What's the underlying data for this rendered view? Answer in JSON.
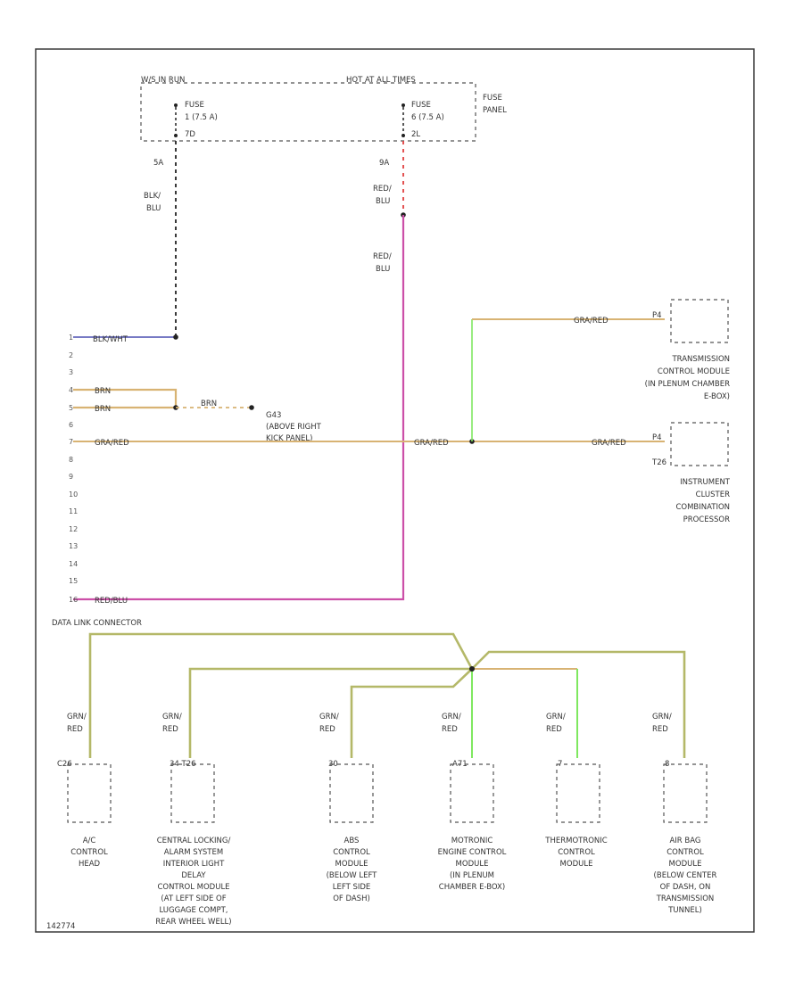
{
  "fuse_panel": {
    "bus_run": "W/S IN RUN",
    "bus_hot": "HOT AT ALL TIMES",
    "fuse1_l1": "FUSE",
    "fuse1_l2": "1 (7.5 A)",
    "fuse1_l3": "7D",
    "fuse2_l1": "FUSE",
    "fuse2_l2": "6 (7.5 A)",
    "fuse2_l3": "2L",
    "panel_l1": "FUSE",
    "panel_l2": "PANEL"
  },
  "wires": {
    "w5a": "5A",
    "w9a": "9A",
    "blk_l1": "BLK/",
    "blk_l2": "BLU",
    "red_l1": "RED/",
    "red_l2": "BLU",
    "red2_l1": "RED/",
    "red2_l2": "BLU",
    "blk_wht": "BLK/WHT",
    "brn_a": "BRN",
    "brn_b": "BRN",
    "brn_c": "BRN",
    "gra_red_1": "GRA/RED",
    "gra_red_2": "GRA/RED",
    "gra_red_3": "GRA/RED",
    "gra_red_4": "GRA/RED",
    "red_blu": "RED/BLU"
  },
  "ground": {
    "g_l1": "G43",
    "g_l2": "(ABOVE RIGHT",
    "g_l3": "KICK PANEL)"
  },
  "dlc": {
    "label": "DATA LINK CONNECTOR",
    "pins": [
      "1",
      "2",
      "3",
      "4",
      "5",
      "6",
      "7",
      "8",
      "9",
      "10",
      "11",
      "12",
      "13",
      "14",
      "15",
      "16"
    ]
  },
  "right_modules": {
    "tcm_pin": "P4",
    "tcm_l1": "TRANSMISSION",
    "tcm_l2": "CONTROL MODULE",
    "tcm_l3": "(IN PLENUM CHAMBER",
    "tcm_l4": "E-BOX)",
    "ic_pin": "P4",
    "ic_conn": "T26",
    "ic_l1": "INSTRUMENT",
    "ic_l2": "CLUSTER",
    "ic_l3": "COMBINATION",
    "ic_l4": "PROCESSOR"
  },
  "bottom_modules": [
    {
      "wire1": "GRN/",
      "wire2": "RED",
      "pin": "C26",
      "l1": "A/C",
      "l2": "CONTROL",
      "l3": "HEAD",
      "l4": "",
      "l5": "",
      "l6": "",
      "l7": "",
      "l8": ""
    },
    {
      "wire1": "GRN/",
      "wire2": "RED",
      "pin": "34 T26",
      "l1": "CENTRAL LOCKING/",
      "l2": "ALARM SYSTEM",
      "l3": "INTERIOR LIGHT",
      "l4": "DELAY",
      "l5": "CONTROL MODULE",
      "l6": "(AT LEFT SIDE OF",
      "l7": "LUGGAGE COMPT,",
      "l8": "REAR WHEEL WELL)"
    },
    {
      "wire1": "GRN/",
      "wire2": "RED",
      "pin": "30",
      "l1": "ABS",
      "l2": "CONTROL",
      "l3": "MODULE",
      "l4": "(BELOW LEFT",
      "l5": "LEFT SIDE",
      "l6": "OF DASH)",
      "l7": "",
      "l8": ""
    },
    {
      "wire1": "GRN/",
      "wire2": "RED",
      "pin": "A71",
      "l1": "MOTRONIC",
      "l2": "ENGINE CONTROL",
      "l3": "MODULE",
      "l4": "(IN PLENUM",
      "l5": "CHAMBER E-BOX)",
      "l6": "",
      "l7": "",
      "l8": ""
    },
    {
      "wire1": "GRN/",
      "wire2": "RED",
      "pin": "7",
      "l1": "THERMOTRONIC",
      "l2": "CONTROL",
      "l3": "MODULE",
      "l4": "",
      "l5": "",
      "l6": "",
      "l7": "",
      "l8": ""
    },
    {
      "wire1": "GRN/",
      "wire2": "RED",
      "pin": "8",
      "l1": "AIR BAG",
      "l2": "CONTROL",
      "l3": "MODULE",
      "l4": "(BELOW CENTER",
      "l5": "OF DASH, ON",
      "l6": "TRANSMISSION",
      "l7": "TUNNEL)",
      "l8": ""
    }
  ],
  "footer_code": "142774",
  "colors": {
    "frame": "#3a3a3a",
    "dashed_black": "#222222",
    "red": "#e04040",
    "pink": "#cc4fa8",
    "blue": "#4a4fb0",
    "tan": "#d8b373",
    "olive": "#b4b868",
    "green": "#7fe860"
  }
}
